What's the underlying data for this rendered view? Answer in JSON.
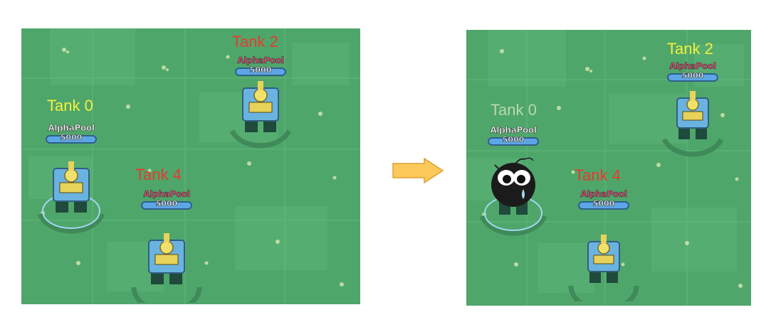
{
  "left_panel": {
    "tanks": [
      {
        "label": "Tank 2",
        "label_color": "#e63b2e",
        "player": "AlphaPool",
        "player_color": "#e8507a",
        "hp": "5000"
      },
      {
        "label": "Tank 0",
        "label_color": "#f5f03a",
        "player": "AlphaPool",
        "player_color": "#ffffff",
        "hp": "5000"
      },
      {
        "label": "Tank 4",
        "label_color": "#e63b2e",
        "player": "AlphaPool",
        "player_color": "#e8507a",
        "hp": "5000"
      }
    ]
  },
  "right_panel": {
    "tanks": [
      {
        "label": "Tank 2",
        "label_color": "#f5f03a",
        "player": "AlphaPool",
        "player_color": "#e8507a",
        "hp": "5000"
      },
      {
        "label": "Tank 0",
        "label_color": "#b8d9b0",
        "player": "AlphaPool",
        "player_color": "#ffffff",
        "hp": "5000"
      },
      {
        "label": "Tank 4",
        "label_color": "#e63b2e",
        "player": "AlphaPool",
        "player_color": "#e8507a",
        "hp": "5000"
      }
    ],
    "destroyed_marker_icon": "bomb-icon"
  },
  "arrow_color": "#fbc95a",
  "grass_color": "#4fa66b"
}
